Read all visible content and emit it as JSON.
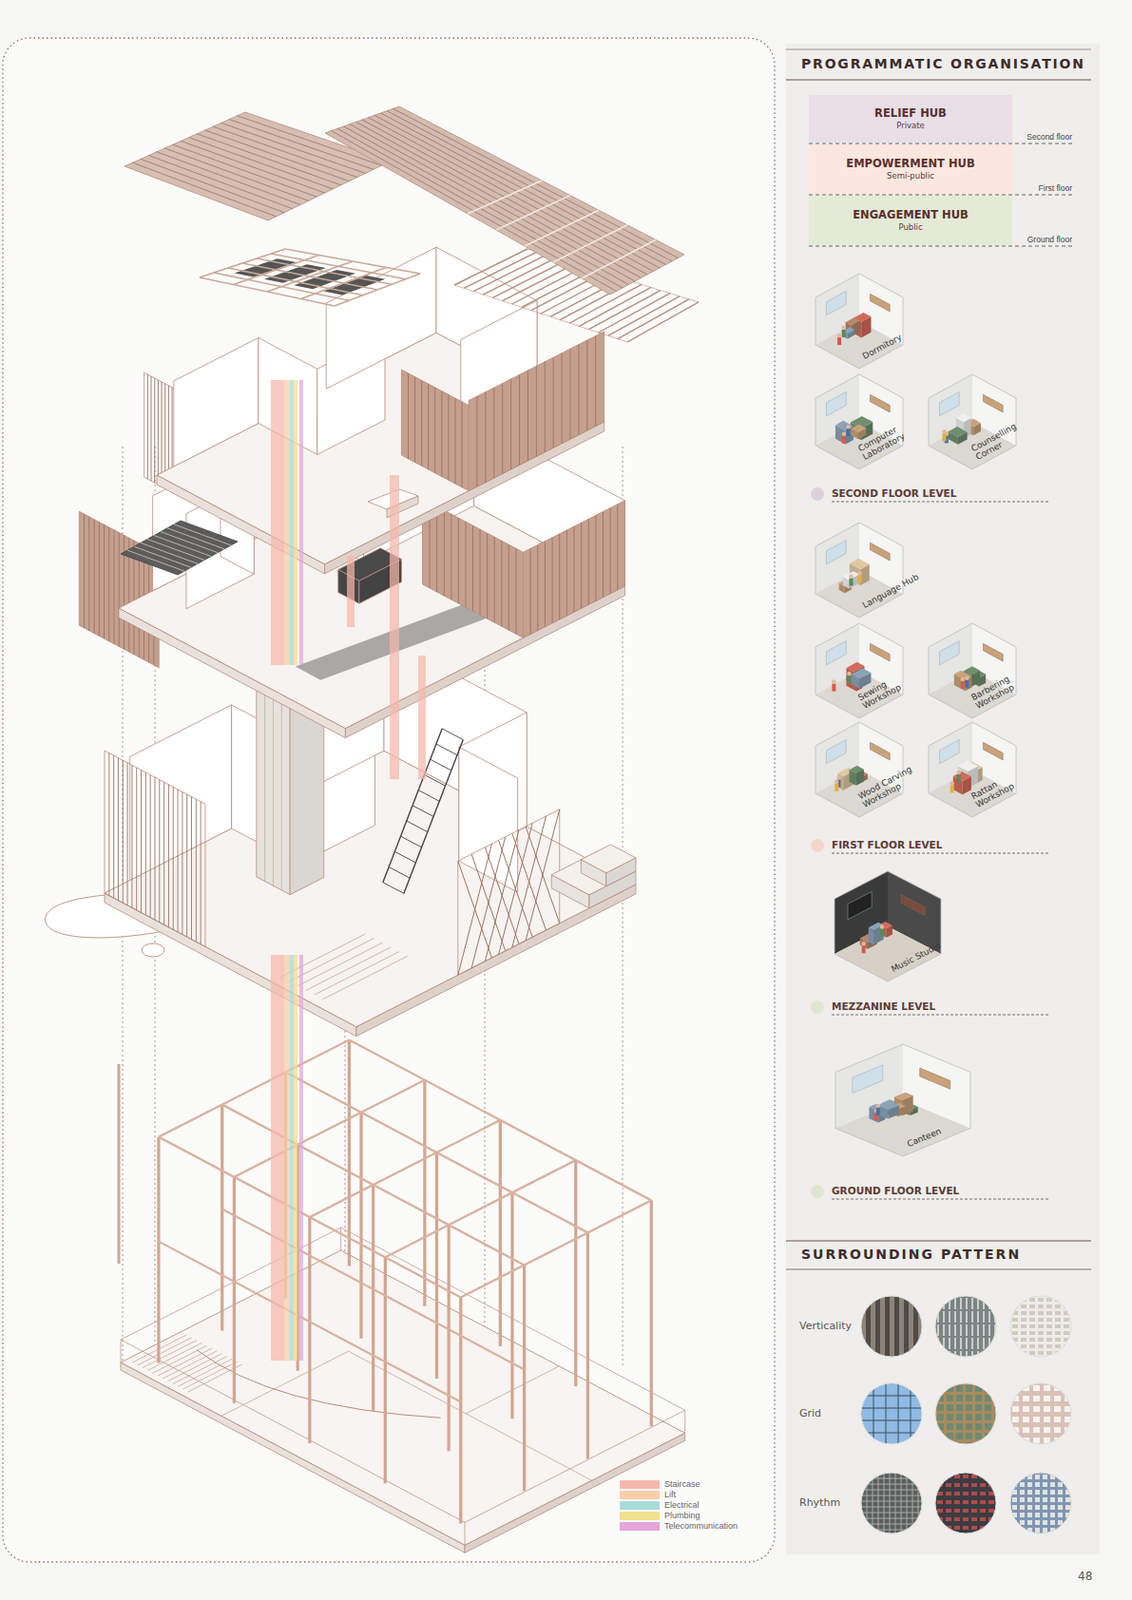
{
  "diagram": {
    "title": "PROGRAMMATIC ORGANISATION",
    "nodes": [
      {
        "text": [
          "RELIEF HUB",
          "Private"
        ]
      },
      {
        "text": [
          "EMPOWERMENT HUB",
          "Semi-public"
        ]
      },
      {
        "text": [
          "ENGAGEMENT HUB",
          "Public"
        ]
      },
      {
        "text": [
          "Dormitory"
        ]
      },
      {
        "text": [
          "Computer Laboratory"
        ]
      },
      {
        "text": [
          "Counselling Corner"
        ]
      },
      {
        "text": [
          "Language Hub"
        ]
      },
      {
        "text": [
          "Sewing Workshop"
        ]
      },
      {
        "text": [
          "Barbering Workshop"
        ]
      },
      {
        "text": [
          "Wood Carving Workshop"
        ]
      },
      {
        "text": [
          "Rattan Workshop"
        ]
      },
      {
        "text": [
          "Music Studio"
        ]
      },
      {
        "text": [
          "Canteen"
        ]
      }
    ],
    "labels": [
      "Second floor",
      "First floor",
      "Ground floor",
      "SECOND FLOOR LEVEL",
      "FIRST FLOOR LEVEL",
      "MEZZANINE LEVEL",
      "GROUND FLOOR LEVEL",
      "SURROUNDING PATTERN",
      "Verticality",
      "Grid",
      "Rhythm",
      "48"
    ],
    "legend": [
      {
        "text": "Staircase",
        "color": "#f6b8ab"
      },
      {
        "text": "Lift",
        "color": "#f8cfa6"
      },
      {
        "text": "Electrical",
        "color": "#a9dbd7"
      },
      {
        "text": "Plumbing",
        "color": "#f1e08e"
      },
      {
        "text": "Telecommunication",
        "color": "#e5a5da"
      }
    ]
  }
}
